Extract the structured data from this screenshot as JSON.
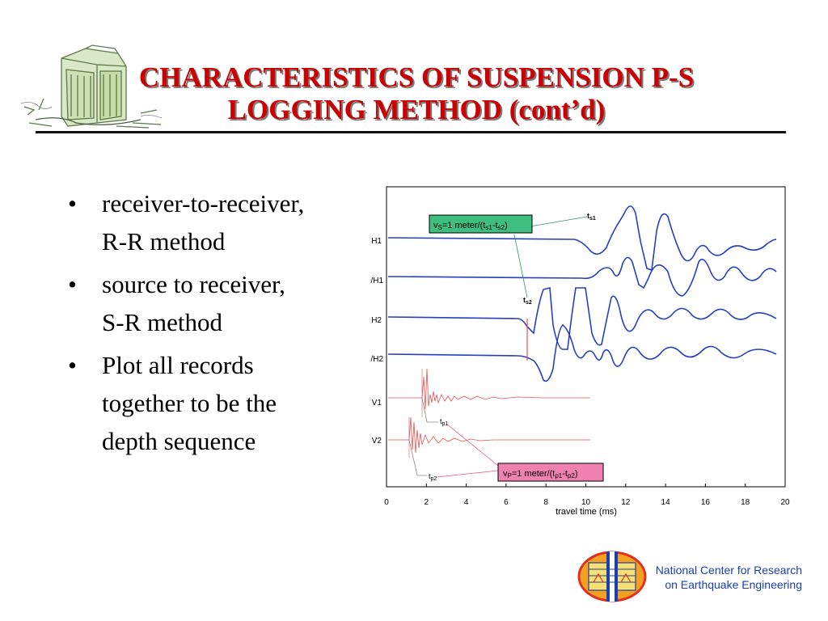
{
  "title": {
    "line1": "CHARACTERISTICS OF SUSPENSION P-S",
    "line2": "LOGGING METHOD (cont’d)"
  },
  "bullets": [
    {
      "line1": "receiver-to-receiver,",
      "line2": "R-R method"
    },
    {
      "line1": "source to receiver,",
      "line2": "S-R method"
    },
    {
      "line1": "Plot all records",
      "line2": "together to be the",
      "line3": "depth sequence"
    }
  ],
  "figure": {
    "traces": [
      "H1",
      "/H1",
      "H2",
      "/H2",
      "V1",
      "V2"
    ],
    "x_ticks": [
      "0",
      "2",
      "4",
      "6",
      "8",
      "10",
      "12",
      "14",
      "16",
      "18",
      "20"
    ],
    "x_label": "travel time (ms)",
    "ts1": {
      "base": "t",
      "sub": "s1"
    },
    "ts2": {
      "base": "t",
      "sub": "s2"
    },
    "tp1": {
      "base": "t",
      "sub": "p1"
    },
    "tp2": {
      "base": "t",
      "sub": "p2"
    },
    "vs_formula": {
      "a": "v",
      "b": "S",
      "c": "=1 meter/(t",
      "d": "s1",
      "e": "-t",
      "f": "s2",
      "g": ")"
    },
    "vp_formula": {
      "a": "v",
      "b": "P",
      "c": "=1 meter/(t",
      "d": "p1",
      "e": "-t",
      "f": "p2",
      "g": ")"
    },
    "colors": {
      "s_wave": "#2440c0",
      "p_wave": "#e85050",
      "vs_box": "#3fbf7f",
      "vp_box": "#f080b0",
      "frame": "#000000"
    }
  },
  "footer": {
    "line1": "National Center for Research",
    "line2": "on Earthquake Engineering"
  }
}
